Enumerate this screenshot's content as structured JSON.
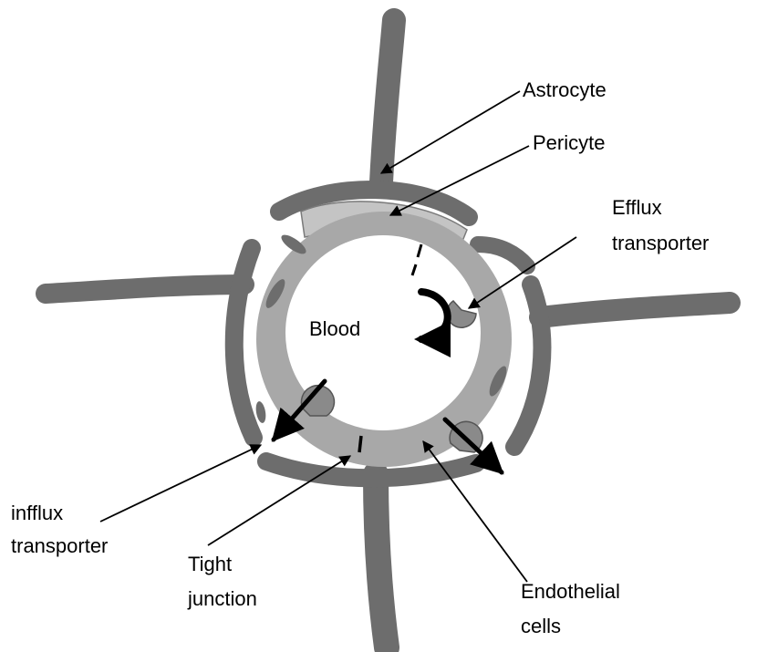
{
  "labels": {
    "astrocyte": "Astrocyte",
    "pericyte": "Pericyte",
    "efflux_1": "Efflux",
    "efflux_2": "transporter",
    "blood": "Blood",
    "influx_1": "infflux",
    "influx_2": "transporter",
    "tight_1": "Tight",
    "tight_2": "junction",
    "endo_1": "Endothelial",
    "endo_2": "cells"
  },
  "colors": {
    "astrocyte": "#6d6d6d",
    "pericyte": "#c4c4c4",
    "endothelial": "#a8a8a8",
    "transporter": "#8a8a8a",
    "lumen": "#ffffff",
    "arrow": "#000000"
  }
}
